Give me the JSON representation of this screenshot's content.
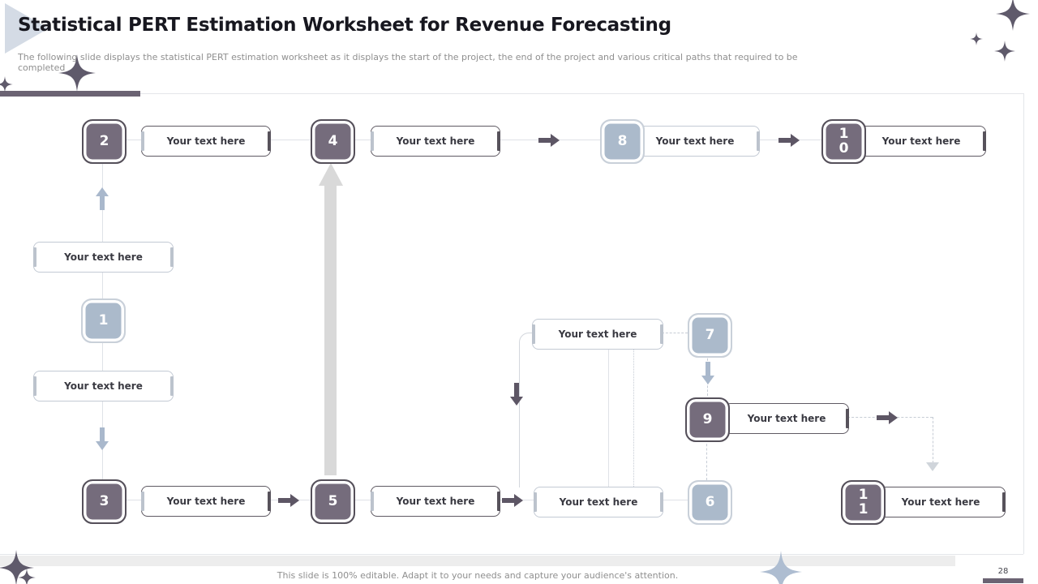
{
  "slide": {
    "title": "Statistical PERT Estimation Worksheet for Revenue Forecasting",
    "subtitle": "The following slide displays the statistical PERT estimation worksheet as it displays the start of the project, the end of the project and various critical paths that required to be completed",
    "footer_note": "This slide is 100% editable. Adapt it to your needs and capture your audience's attention.",
    "page_number": "28"
  },
  "placeholder_text": "Your text here",
  "nodes": {
    "n1": "1",
    "n2": "2",
    "n3": "3",
    "n4": "4",
    "n5": "5",
    "n6": "6",
    "n7": "7",
    "n8": "8",
    "n9": "9",
    "n10": "1\n0",
    "n11": "1\n1"
  },
  "colors": {
    "node_dark": "#756c7c",
    "node_dark_border": "#55505a",
    "node_light": "#abbacb",
    "node_light_border": "#c9d0d9",
    "arrow_dark": "#5d5665",
    "arrow_blue": "#a9b8cc",
    "arrow_gray": "#d9d9d9",
    "accent_bar": "#6b6373",
    "line": "#dfe2e7",
    "dash": "#c6ccd5",
    "title_text": "#17171f",
    "muted_text": "#8f8f8f",
    "box_text": "#3a3a42"
  }
}
